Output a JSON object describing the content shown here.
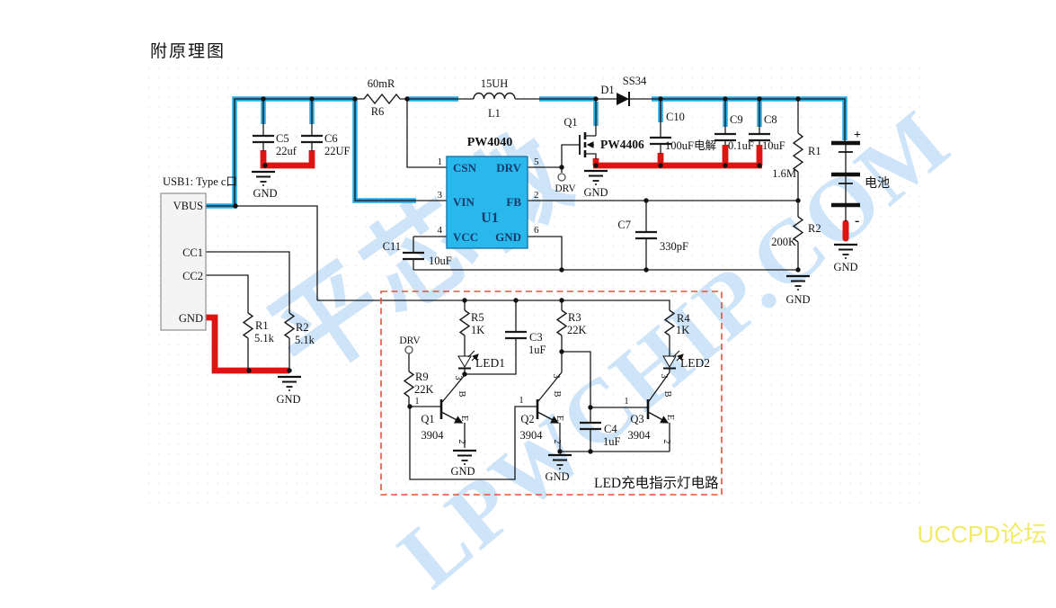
{
  "title": "附原理图",
  "footer": "UCCPD论坛",
  "watermarks": {
    "cn": "平芯微",
    "en": "LPWCHIP.COM"
  },
  "labels": {
    "gnd": "GND",
    "drv": "DRV",
    "b": "B",
    "e": "E",
    "p1": "1",
    "p2": "2",
    "p3": "3",
    "plus": "+",
    "minus": "-"
  },
  "usb": {
    "name": "USB1: Type c口",
    "vbus": "VBUS",
    "cc1": "CC1",
    "cc2": "CC2",
    "gnd": "GND"
  },
  "u1": {
    "part": "PW4040",
    "ref": "U1",
    "pin_csn": "CSN",
    "pin_drv": "DRV",
    "pin_vin": "VIN",
    "pin_fb": "FB",
    "pin_vcc": "VCC",
    "pin_gnd": "GND",
    "num_csn": "1",
    "num_drv": "5",
    "num_vin": "3",
    "num_fb": "2",
    "num_vcc": "4",
    "num_gnd": "6"
  },
  "components": {
    "r6": {
      "ref": "R6",
      "value": "60mR"
    },
    "l1": {
      "ref": "L1",
      "value": "15UH"
    },
    "q1mos": {
      "ref": "Q1",
      "value": "PW4406"
    },
    "d1": {
      "ref": "D1",
      "value": "SS34"
    },
    "c5": {
      "ref": "C5",
      "value": "22uf"
    },
    "c6": {
      "ref": "C6",
      "value": "22UF"
    },
    "c10": {
      "ref": "C10",
      "value": "100uF电解"
    },
    "c9": {
      "ref": "C9",
      "value": "0.1uF"
    },
    "c8": {
      "ref": "C8",
      "value": "10uF"
    },
    "r1fb": {
      "ref": "R1",
      "value": "1.6M"
    },
    "r2fb": {
      "ref": "R2",
      "value": "200K"
    },
    "c7": {
      "ref": "C7",
      "value": "330pF"
    },
    "c11": {
      "ref": "C11",
      "value": "10uF"
    },
    "battery": {
      "label": "电池"
    },
    "r1cc": {
      "ref": "R1",
      "value": "5.1k"
    },
    "r2cc": {
      "ref": "R2",
      "value": "5.1k"
    },
    "r5": {
      "ref": "R5",
      "value": "1K"
    },
    "r9": {
      "ref": "R9",
      "value": "22K"
    },
    "r3": {
      "ref": "R3",
      "value": "22K"
    },
    "r4": {
      "ref": "R4",
      "value": "1K"
    },
    "c3": {
      "ref": "C3",
      "value": "1uF"
    },
    "c4": {
      "ref": "C4",
      "value": "1uF"
    },
    "led1": {
      "ref": "LED1"
    },
    "led2": {
      "ref": "LED2"
    },
    "q1": {
      "ref": "Q1",
      "value": "3904"
    },
    "q2": {
      "ref": "Q2",
      "value": "3904"
    },
    "q3": {
      "ref": "Q3",
      "value": "3904"
    }
  },
  "led_box": {
    "caption": "LED充电指示灯电路"
  },
  "colors": {
    "wire_blue": "#29a9e1",
    "wire_red": "#dd1512",
    "chip_fill": "#29b8ec",
    "chip_text": "#173a6a",
    "dashed_box": "#e8503c",
    "watermark": "#a6cef2",
    "footer_yellow": "#f2ea68"
  }
}
